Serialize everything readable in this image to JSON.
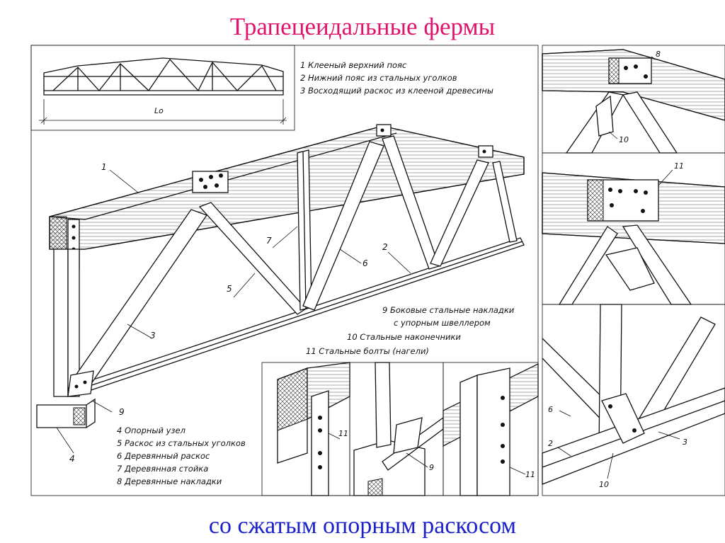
{
  "title": "Трапецеидальные фермы",
  "subtitle": "со сжатым опорным раскосом",
  "span_label": "Lо",
  "legend_top": [
    "1  Клееный верхний пояс",
    "2  Нижний пояс из стальных уголков",
    "3  Восходящий раскос из клееной древесины"
  ],
  "legend_mid": [
    "9  Боковые стальные накладки",
    "с упорным швеллером",
    "10  Стальные наконечники",
    "11  Стальные болты (нагели)"
  ],
  "legend_bottom": [
    "4  Опорный узел",
    "5  Раскос из стальных уголков",
    "6  Деревянный раскос",
    "7  Деревянная стойка",
    "8  Деревянные накладки"
  ],
  "callouts": {
    "main": [
      "1",
      "2",
      "3",
      "4",
      "5",
      "6",
      "7",
      "9"
    ],
    "detail_top": [
      "8",
      "10"
    ],
    "detail_mid": [
      "11"
    ],
    "detail_bottom_right": [
      "6",
      "2",
      "3",
      "10"
    ],
    "detail_bottom_left": [
      "11"
    ],
    "detail_bottom_center": [
      "9",
      "11"
    ]
  }
}
